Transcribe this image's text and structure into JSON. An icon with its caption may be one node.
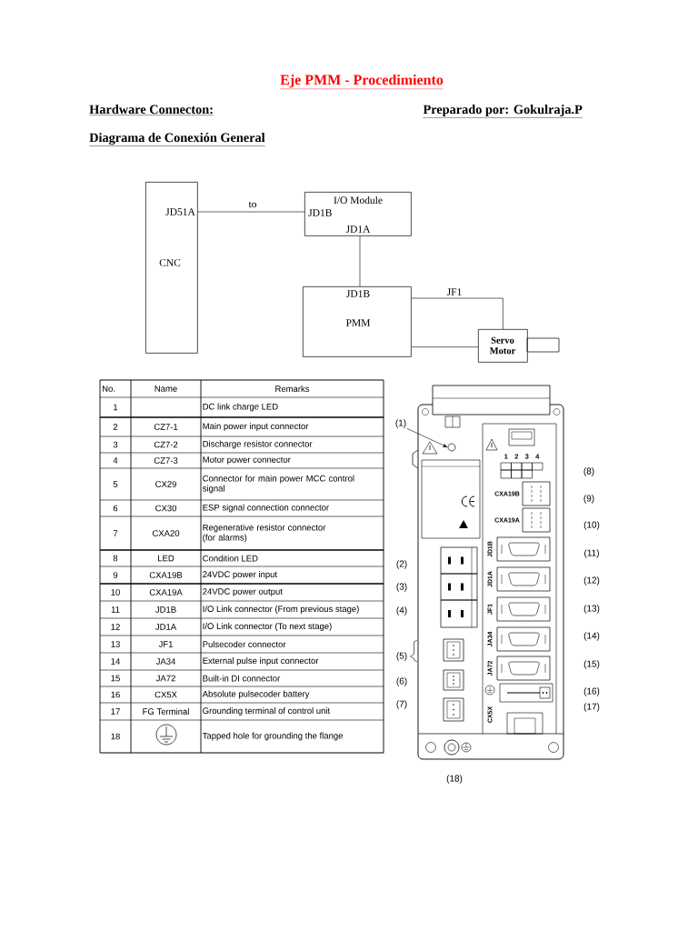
{
  "diagram": {
    "title": "Eje PMM - Procedimiento",
    "nodes": [
      {
        "text": [
          "JD51A",
          "CNC"
        ]
      },
      {
        "text": [
          "I/O Module",
          "JD1B",
          "JD1A"
        ]
      },
      {
        "text": [
          "JD1B",
          "PMM"
        ]
      },
      {
        "text": [
          "Servo Motor"
        ]
      },
      {
        "text": [
          "(1)"
        ]
      },
      {
        "text": [],
        "shape": "circle"
      }
    ],
    "edges": [
      {
        "from": 0,
        "to": 1,
        "arrow": "none",
        "label": "to"
      },
      {
        "from": 1,
        "to": 2,
        "arrow": "none"
      },
      {
        "from": 2,
        "to": 3,
        "arrow": "none",
        "label": "JF1"
      },
      {
        "from": 2,
        "to": 3,
        "arrow": "none"
      },
      {
        "from": 4,
        "to": 5,
        "arrow": "to"
      }
    ],
    "labels": [
      "Hardware Connecton:",
      "Preparado por: Gokulraja.P",
      "Diagrama de Conexión General",
      "No.",
      "Name",
      "Remarks",
      "1",
      "DC link charge LED",
      "2",
      "CZ7-1",
      "Main power input connector",
      "3",
      "CZ7-2",
      "Discharge resistor connector",
      "4",
      "CZ7-3",
      "Motor power connector",
      "5",
      "CX29",
      "Connector for main power MCC control signal",
      "6",
      "CX30",
      "ESP signal connection connector",
      "7",
      "CXA20",
      "Regenerative resistor connector (for alarms)",
      "8",
      "LED",
      "Condition LED",
      "9",
      "CXA19B",
      "24VDC power input",
      "10",
      "CXA19A",
      "24VDC power output",
      "11",
      "JD1B",
      "I/O Link connector (From previous stage)",
      "12",
      "JD1A",
      "I/O Link connector (To next stage)",
      "13",
      "JF1",
      "Pulsecoder connector",
      "14",
      "JA34",
      "External pulse input connector",
      "15",
      "JA72",
      "Built-in DI connector",
      "16",
      "CX5X",
      "Absolute pulsecoder battery",
      "17",
      "FG Terminal",
      "Grounding terminal of control unit",
      "18",
      "Tapped hole for grounding the flange",
      "1",
      "2",
      "3",
      "4",
      "CXA19B",
      "CXA19A",
      "JD1B",
      "JD1A",
      "JF1",
      "JA34",
      "JA72",
      "CX5X",
      "(2)",
      "(3)",
      "(4)",
      "(5)",
      "(6)",
      "(7)",
      "(8)",
      "(9)",
      "(10)",
      "(11)",
      "(12)",
      "(13)",
      "(14)",
      "(15)",
      "(16)",
      "(17)",
      "(18)"
    ]
  }
}
